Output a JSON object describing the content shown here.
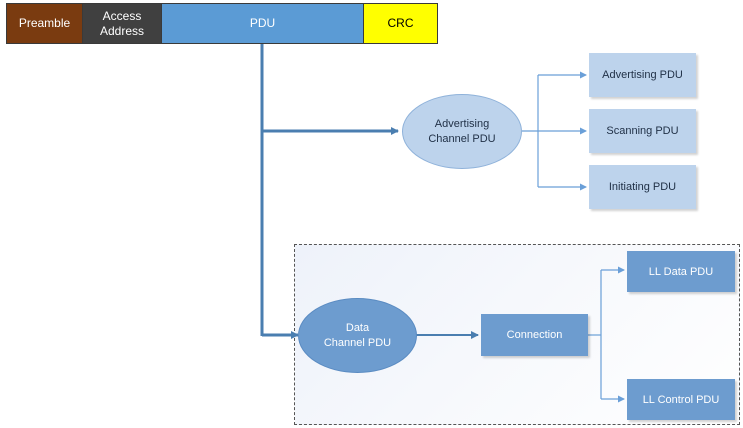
{
  "packet": {
    "preamble": "Preamble",
    "access_address_line1": "Access",
    "access_address_line2": "Address",
    "pdu": "PDU",
    "crc": "CRC"
  },
  "advertising": {
    "channel_line1": "Advertising",
    "channel_line2": "Channel PDU",
    "sub": [
      "Advertising PDU",
      "Scanning PDU",
      "Initiating PDU"
    ]
  },
  "data": {
    "channel_line1": "Data",
    "channel_line2": "Channel PDU",
    "connection": "Connection",
    "sub": [
      "LL Data PDU",
      "LL Control PDU"
    ]
  },
  "colors": {
    "preamble": "#7a3b10",
    "access_address": "#404040",
    "pdu": "#5b9bd5",
    "crc": "#ffff00",
    "arrow": "#4a7eb0",
    "light_box": "#bdd3ec",
    "dark_box": "#6d9ccf"
  }
}
